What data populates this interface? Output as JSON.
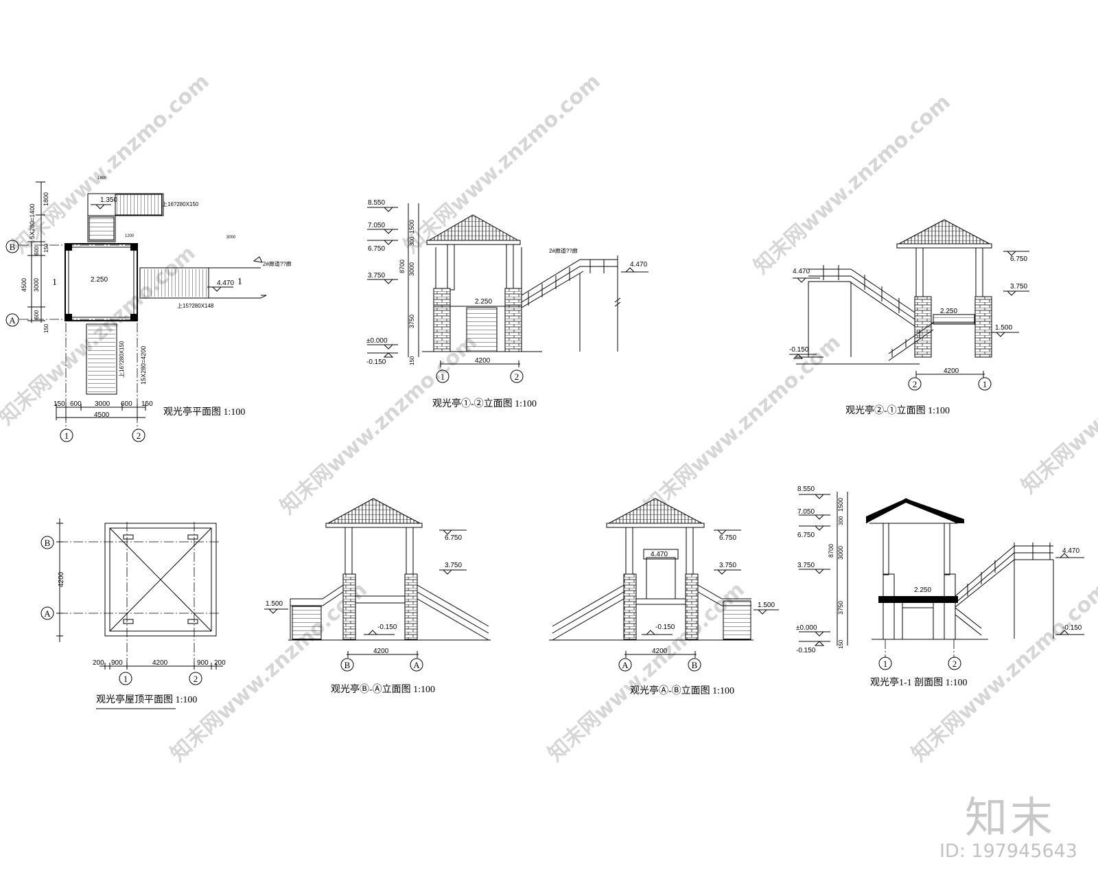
{
  "brand": {
    "logo": "知末",
    "id_text": "ID: 197945643"
  },
  "watermark_text": "知末网www.znzmo.com",
  "drawings": {
    "plan": {
      "title": "观光亭平面图 1:100",
      "axes": [
        "B",
        "A",
        "1",
        "2"
      ],
      "dims_left": [
        "1800",
        "5X280=1400",
        "150",
        "600",
        "3000",
        "600",
        "150",
        "4500"
      ],
      "dims_bottom": [
        "150",
        "600",
        "3000",
        "600",
        "150",
        "4500"
      ],
      "dims_top": [
        "1800",
        "1200",
        "3000"
      ],
      "stair_notes": [
        "上16?280X150",
        "上15?280X148",
        "上16?280X150"
      ],
      "stair_dim": "15X280=4200",
      "levels": [
        "1.350",
        "2.250",
        "4.470"
      ],
      "section_mark": "1",
      "corridor_note": "2#廊道??廊"
    },
    "elev_1_2": {
      "title": "观光亭①-②立面图 1:100",
      "levels": [
        "8.550",
        "7.050",
        "6.750",
        "3.750",
        "±0.000",
        "-0.150",
        "2.250",
        "4.470"
      ],
      "dims": [
        "1500",
        "300",
        "3000",
        "3750",
        "150",
        "8700"
      ],
      "span": "4200",
      "axes": [
        "1",
        "2"
      ],
      "corridor_note": "2#廊道??廊"
    },
    "elev_2_1": {
      "title": "观光亭②-①立面图 1:100",
      "levels": [
        "4.470",
        "6.750",
        "3.750",
        "2.250",
        "1.500",
        "-0.150"
      ],
      "span": "4200",
      "axes": [
        "2",
        "1"
      ]
    },
    "roof_plan": {
      "title": "观光亭屋顶平面图 1:100",
      "dims_bottom": [
        "200",
        "900",
        "4200",
        "900",
        "200"
      ],
      "dim_left": "4200",
      "axes": [
        "B",
        "A",
        "1",
        "2"
      ]
    },
    "elev_B_A": {
      "title": "观光亭Ⓑ-Ⓐ立面图 1:100",
      "levels": [
        "6.750",
        "3.750",
        "1.500",
        "-0.150"
      ],
      "span": "4200",
      "axes": [
        "B",
        "A"
      ]
    },
    "elev_A_B": {
      "title": "观光亭Ⓐ-Ⓑ立面图 1:100",
      "levels": [
        "6.750",
        "3.750",
        "4.470",
        "1.500",
        "-0.150"
      ],
      "span": "4200",
      "axes": [
        "A",
        "B"
      ]
    },
    "section_1_1": {
      "title": "观光亭1-1 剖面图 1:100",
      "levels": [
        "8.550",
        "7.050",
        "6.750",
        "3.750",
        "±0.000",
        "-0.150",
        "2.250",
        "4.470",
        "-0.150"
      ],
      "dims": [
        "1500",
        "300",
        "3000",
        "3750",
        "150",
        "8700"
      ],
      "axes": [
        "1",
        "2"
      ]
    }
  }
}
